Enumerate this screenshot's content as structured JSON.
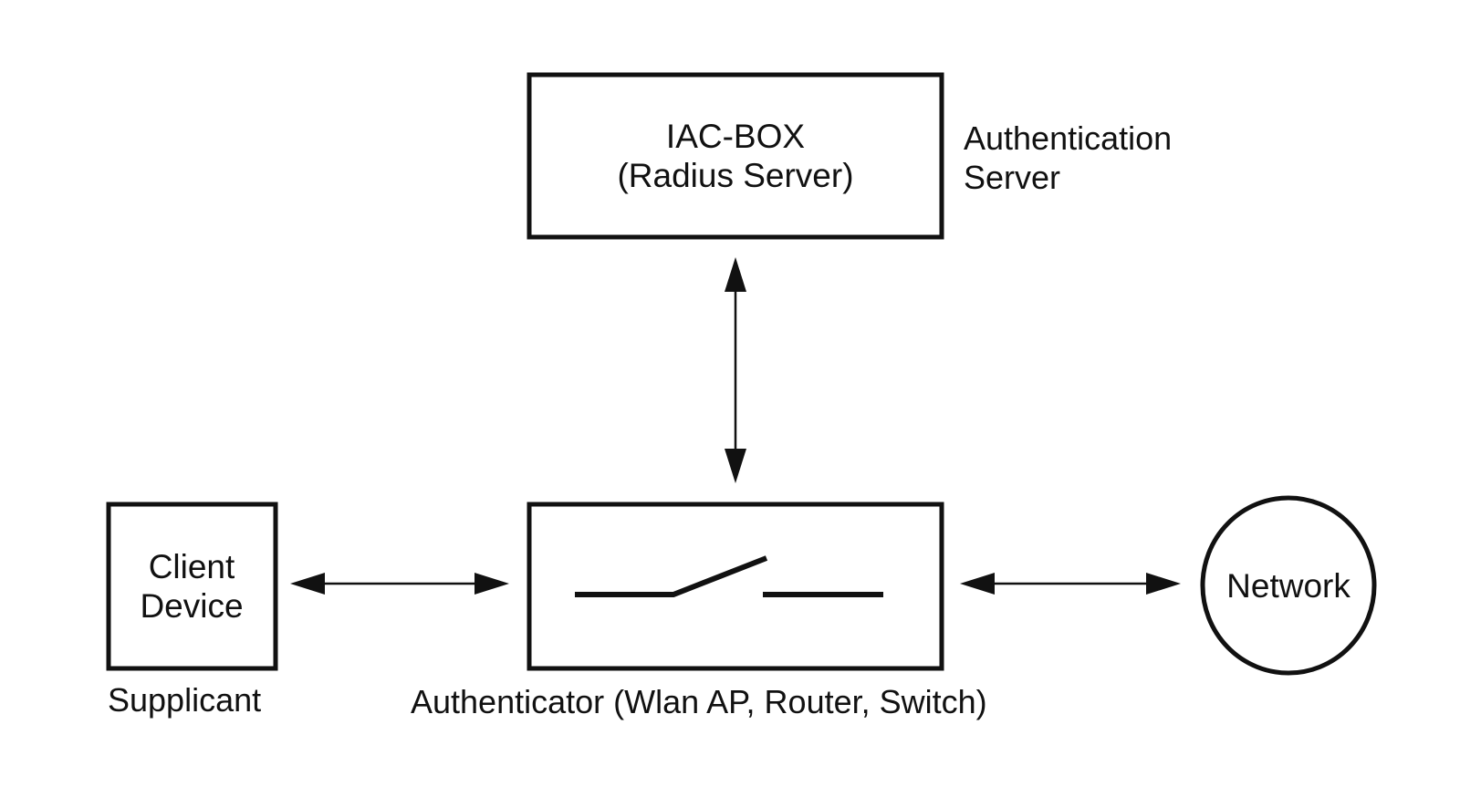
{
  "server_box": {
    "line1": "IAC-BOX",
    "line2": "(Radius Server)"
  },
  "server_role": {
    "line1": "Authentication",
    "line2": "Server"
  },
  "client_box": {
    "line1": "Client",
    "line2": "Device"
  },
  "client_role": "Supplicant",
  "authenticator_caption": "Authenticator (Wlan AP, Router, Switch)",
  "network_label": "Network",
  "colors": {
    "stroke": "#111111",
    "background": "#ffffff"
  }
}
